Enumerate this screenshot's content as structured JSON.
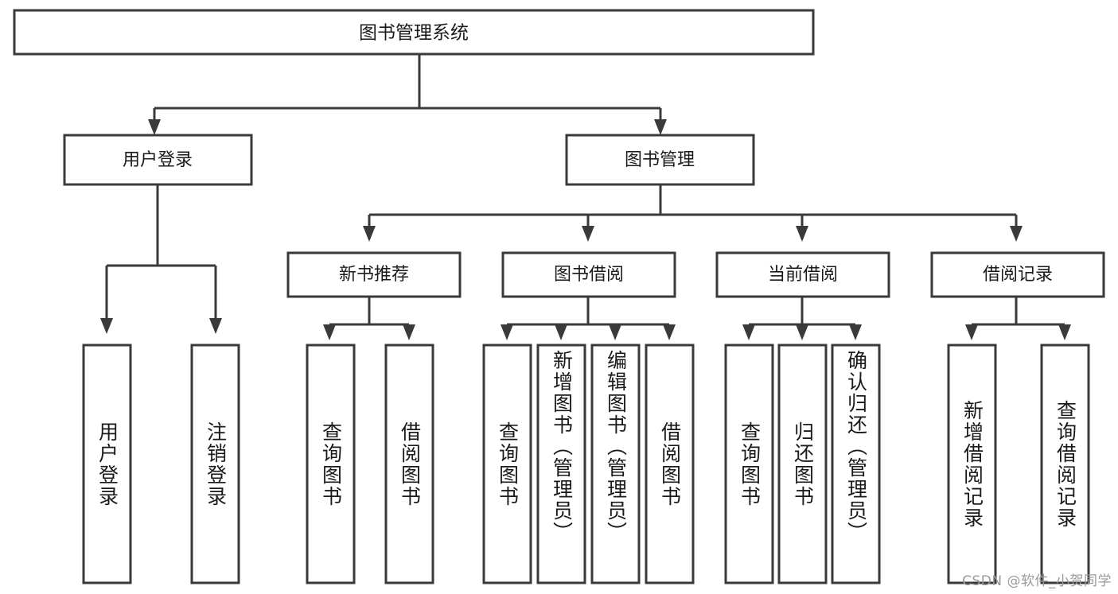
{
  "diagram": {
    "type": "hierarchy-tree",
    "title": "图书管理系统",
    "orientation": "top-down",
    "levels": 4,
    "root": {
      "id": "root",
      "label": "图书管理系统"
    },
    "level2": [
      {
        "id": "user-login",
        "label": "用户登录"
      },
      {
        "id": "book-manage",
        "label": "图书管理"
      }
    ],
    "level3": [
      {
        "id": "new-book-recommend",
        "label": "新书推荐",
        "parent": "book-manage"
      },
      {
        "id": "book-borrow",
        "label": "图书借阅",
        "parent": "book-manage"
      },
      {
        "id": "current-borrow",
        "label": "当前借阅",
        "parent": "book-manage"
      },
      {
        "id": "borrow-record",
        "label": "借阅记录",
        "parent": "book-manage"
      }
    ],
    "leaves": [
      {
        "id": "leaf-user-login",
        "label": "用户登录",
        "parent": "user-login"
      },
      {
        "id": "leaf-user-logout",
        "label": "注销登录",
        "parent": "user-login"
      },
      {
        "id": "leaf-query-book-1",
        "label": "查询图书",
        "parent": "new-book-recommend"
      },
      {
        "id": "leaf-borrow-book-1",
        "label": "借阅图书",
        "parent": "new-book-recommend"
      },
      {
        "id": "leaf-query-book-2",
        "label": "查询图书",
        "parent": "book-borrow"
      },
      {
        "id": "leaf-add-book",
        "label": "新增图书（管理员）",
        "parent": "book-borrow"
      },
      {
        "id": "leaf-edit-book",
        "label": "编辑图书（管理员）",
        "parent": "book-borrow"
      },
      {
        "id": "leaf-borrow-book-2",
        "label": "借阅图书",
        "parent": "book-borrow"
      },
      {
        "id": "leaf-query-book-3",
        "label": "查询图书",
        "parent": "current-borrow"
      },
      {
        "id": "leaf-return-book",
        "label": "归还图书",
        "parent": "current-borrow"
      },
      {
        "id": "leaf-confirm-return",
        "label": "确认归还（管理员）",
        "parent": "current-borrow"
      },
      {
        "id": "leaf-add-record",
        "label": "新增借阅记录",
        "parent": "borrow-record"
      },
      {
        "id": "leaf-query-record",
        "label": "查询借阅记录",
        "parent": "borrow-record"
      }
    ]
  },
  "watermark": {
    "text": "CSDN @软件_小贺同学"
  },
  "colors": {
    "stroke": "#3a3a3a",
    "fill": "#ffffff",
    "text": "#1a1a1a",
    "watermark": "#9a9a9a"
  }
}
